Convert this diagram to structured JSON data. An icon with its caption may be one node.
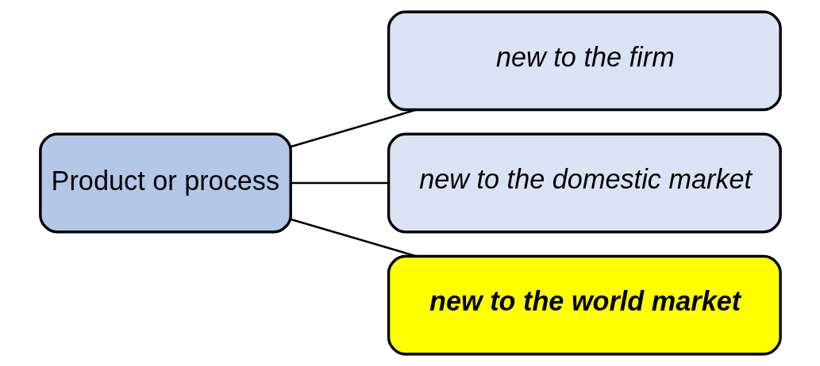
{
  "diagram": {
    "nodes": [
      {
        "text": [
          "Product or process"
        ]
      },
      {
        "text": [
          "new to the firm"
        ]
      },
      {
        "text": [
          "new to the domestic market"
        ]
      },
      {
        "text": [
          "new to the world market"
        ]
      }
    ],
    "edges": [
      {
        "from": 0,
        "to": 1,
        "arrow": "none"
      },
      {
        "from": 0,
        "to": 2,
        "arrow": "none"
      },
      {
        "from": 0,
        "to": 3,
        "arrow": "none"
      }
    ]
  }
}
